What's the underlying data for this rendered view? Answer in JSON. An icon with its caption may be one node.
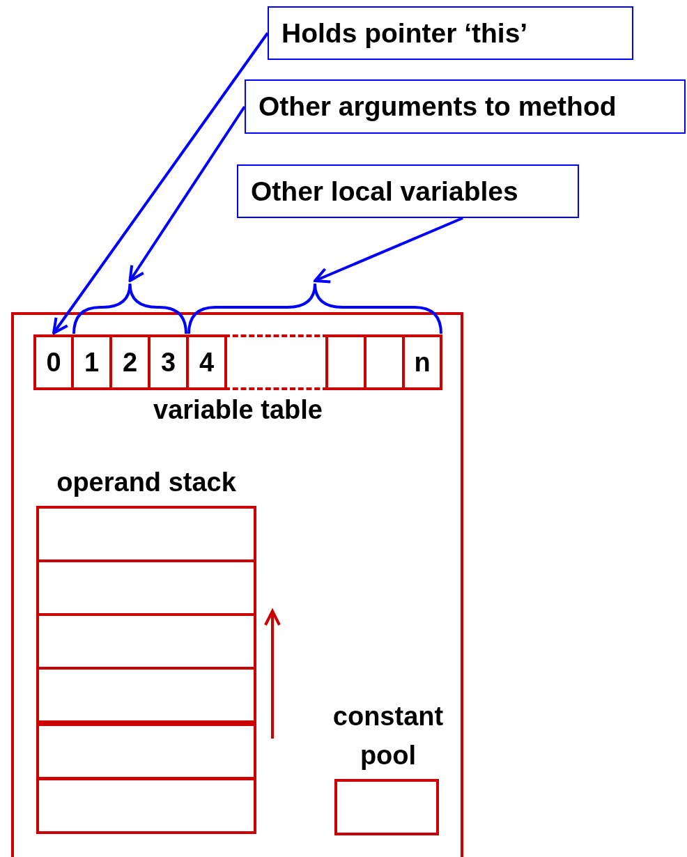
{
  "diagram": {
    "nodes": [
      {
        "text": [
          "Holds pointer ‘this’"
        ]
      },
      {
        "text": [
          "Other arguments to method"
        ]
      },
      {
        "text": [
          "Other local variables"
        ]
      },
      {
        "text": [],
        "shape": "box"
      },
      {
        "text": [],
        "shape": "brace"
      },
      {
        "text": [],
        "shape": "brace"
      },
      {
        "text": [
          "variable table"
        ],
        "in": 3
      },
      {
        "text": [
          "0"
        ],
        "in": 6
      },
      {
        "text": [
          "1"
        ],
        "in": 6
      },
      {
        "text": [
          "2"
        ],
        "in": 6
      },
      {
        "text": [
          "3"
        ],
        "in": 6
      },
      {
        "text": [
          "4"
        ],
        "in": 6
      },
      {
        "text": [],
        "shape": "box",
        "in": 6
      },
      {
        "text": [],
        "shape": "box",
        "in": 6
      },
      {
        "text": [],
        "shape": "box",
        "in": 6
      },
      {
        "text": [
          "n"
        ],
        "in": 6
      },
      {
        "text": [
          "operand stack"
        ],
        "in": 3
      },
      {
        "text": [],
        "shape": "box",
        "in": 16
      },
      {
        "text": [],
        "shape": "box",
        "in": 16
      },
      {
        "text": [],
        "shape": "box",
        "in": 16
      },
      {
        "text": [],
        "shape": "box",
        "in": 16
      },
      {
        "text": [],
        "shape": "box",
        "in": 16
      },
      {
        "text": [],
        "shape": "box",
        "in": 16
      },
      {
        "text": [
          "constant pool"
        ],
        "in": 3
      }
    ],
    "edges": [
      {
        "from": 0,
        "to": 7,
        "arrow": "to"
      },
      {
        "from": 1,
        "to": 4,
        "arrow": "to"
      },
      {
        "from": 2,
        "to": 5,
        "arrow": "to"
      }
    ]
  }
}
